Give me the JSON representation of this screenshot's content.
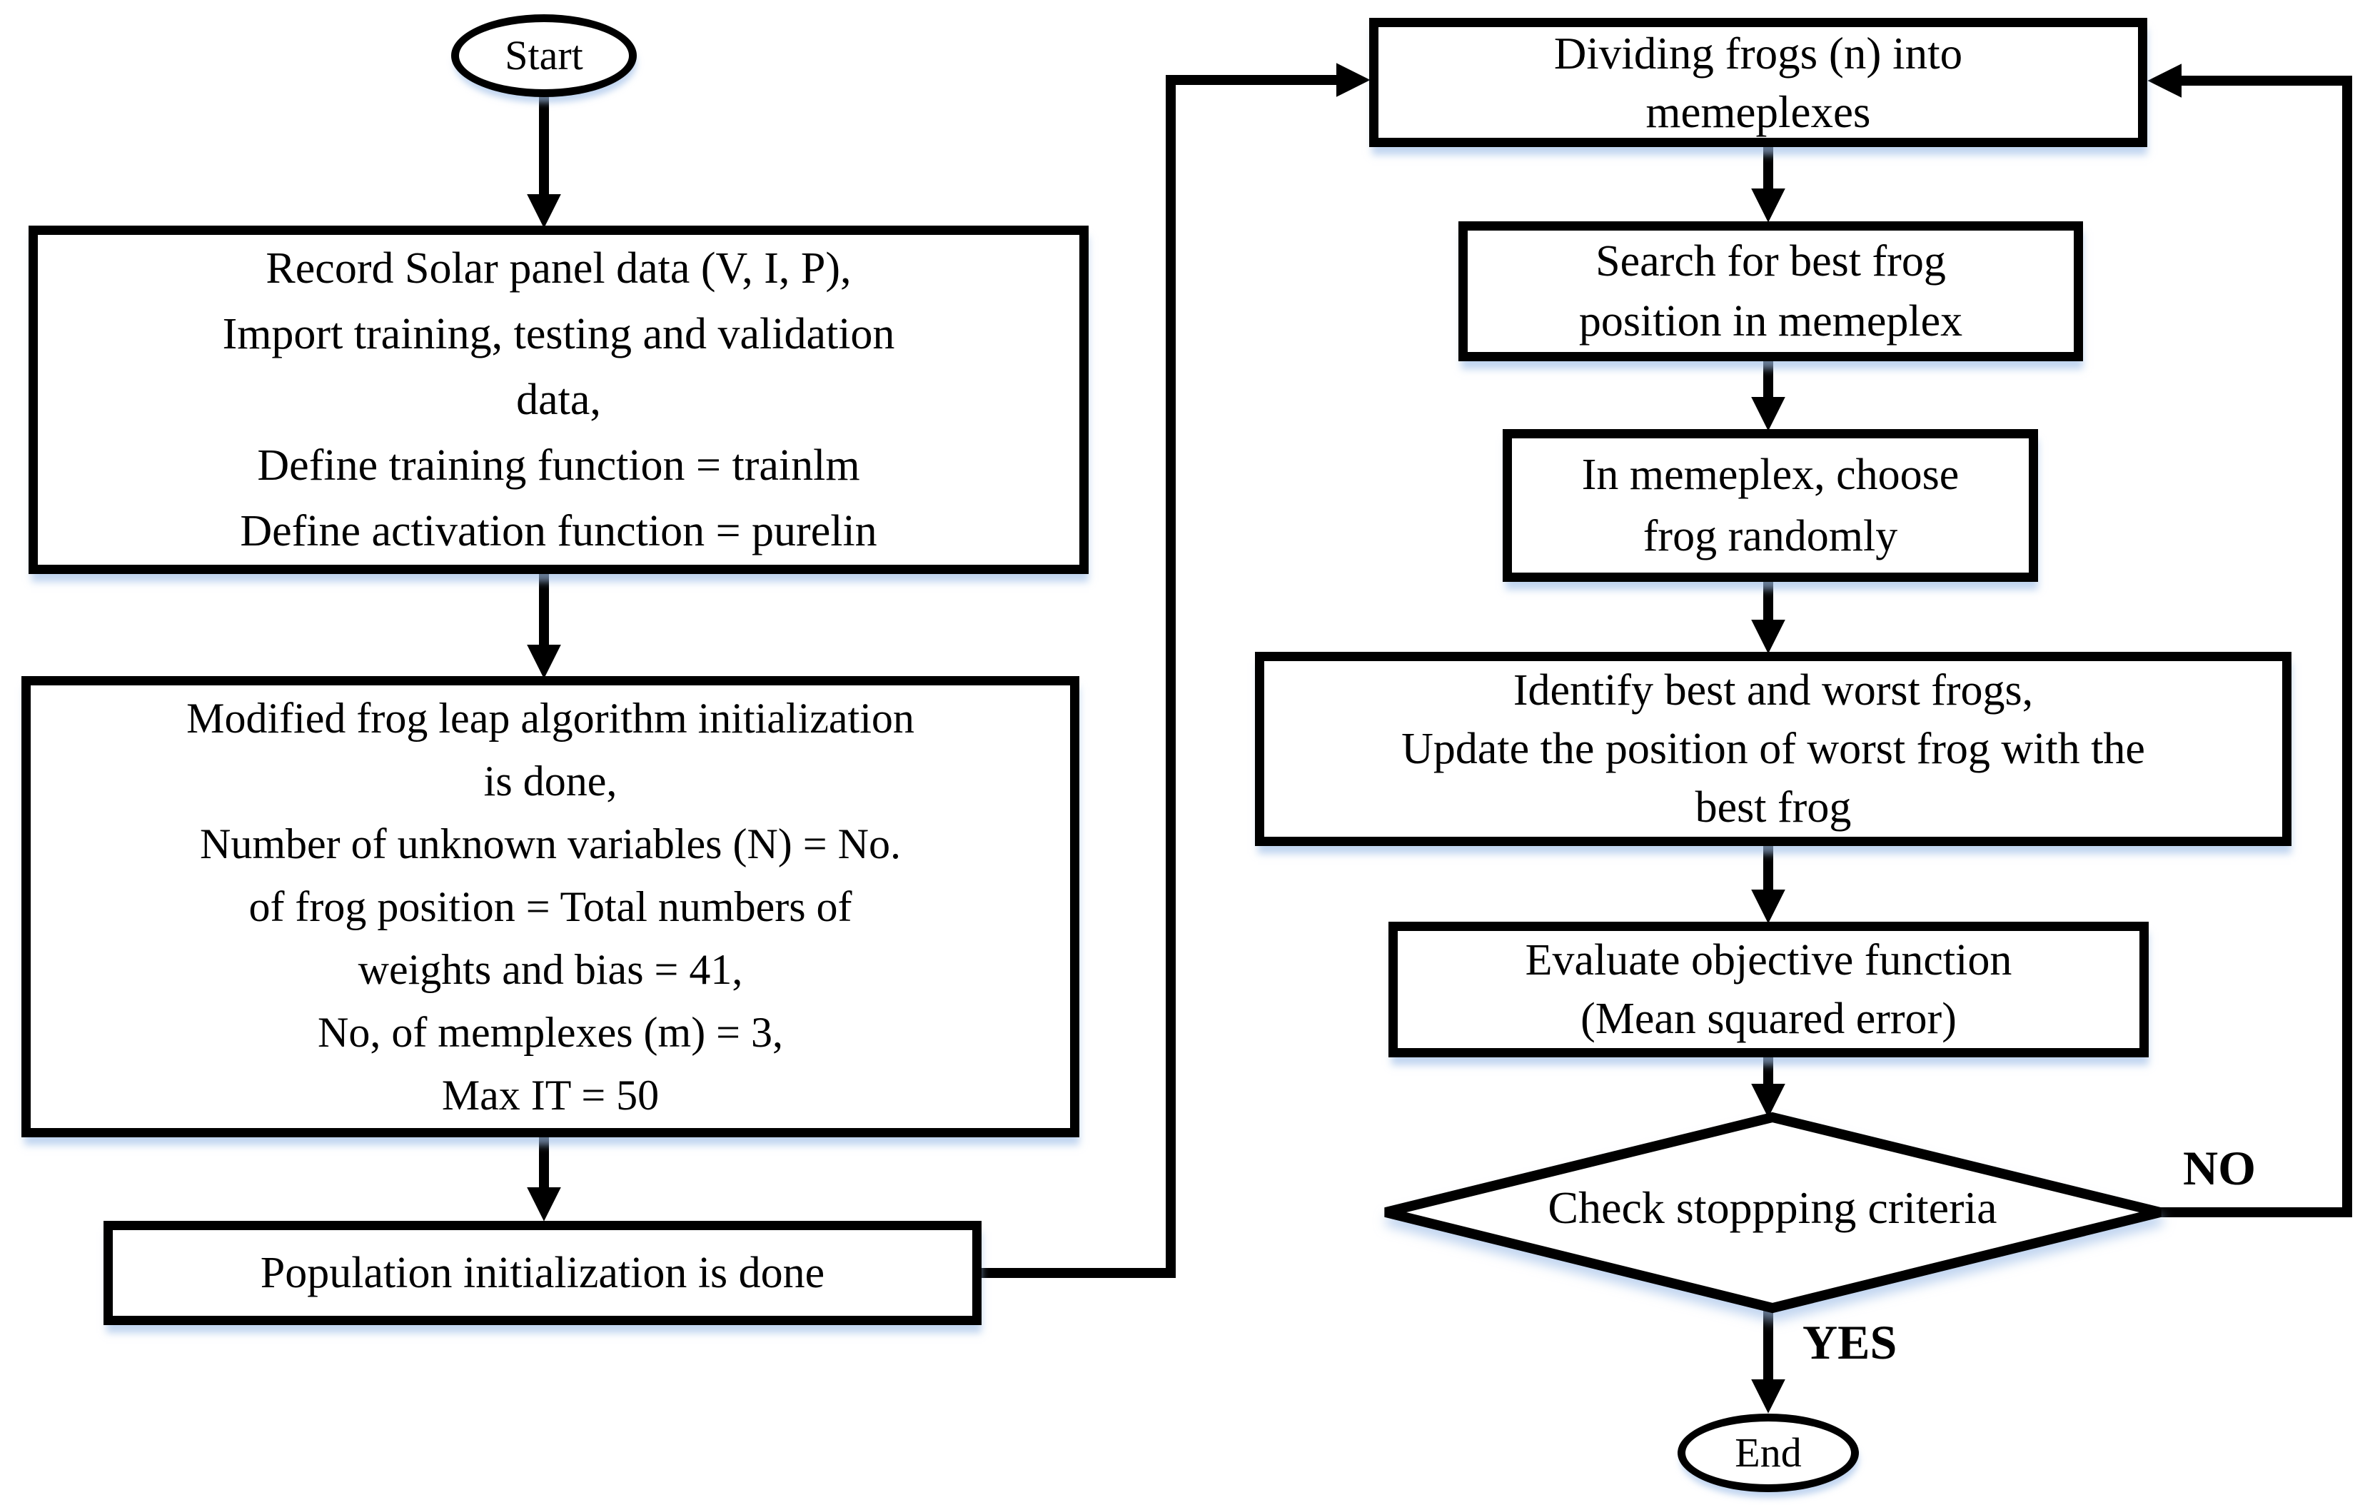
{
  "nodes": {
    "start": {
      "label": "Start"
    },
    "record_data": {
      "label": "Record Solar panel data (V, I, P),\nImport training, testing and validation\ndata,\nDefine training function = trainlm\nDefine activation function = purelin"
    },
    "frog_leap_init": {
      "label": "Modified frog leap algorithm initialization\nis done,\nNumber of unknown variables (N) = No.\nof frog position = Total numbers of\nweights and bias = 41,\nNo, of memplexes (m) = 3,\nMax IT = 50"
    },
    "population_init": {
      "label": "Population initialization is done"
    },
    "dividing_frogs": {
      "label": "Dividing frogs (n) into\nmemeplexes"
    },
    "search_best_frog": {
      "label": "Search for best frog\nposition in memeplex"
    },
    "choose_frog_randomly": {
      "label": "In memeplex, choose\nfrog randomly"
    },
    "identify_update_frogs": {
      "label": "Identify best and worst frogs,\nUpdate the position of worst frog with the\nbest frog"
    },
    "evaluate_objective": {
      "label": "Evaluate objective function\n(Mean squared error)"
    },
    "check_stopping": {
      "label": "Check stoppping criteria"
    },
    "end": {
      "label": "End"
    }
  },
  "edge_labels": {
    "no": "NO",
    "yes": "YES"
  },
  "colors": {
    "stroke": "#000000",
    "shape_fill": "#ffffff",
    "shadow_glow": "#aec6e8"
  }
}
